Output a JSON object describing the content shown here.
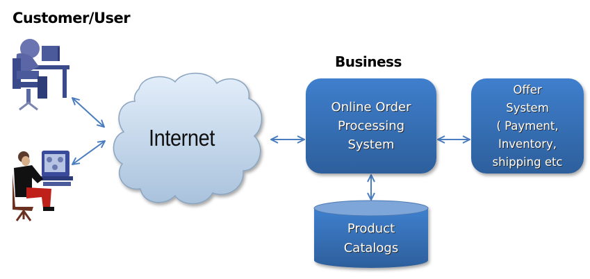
{
  "headings": {
    "customer": "Customer/User",
    "business": "Business"
  },
  "nodes": {
    "internet": {
      "label": "Internet",
      "shape": "cloud"
    },
    "order_system": {
      "lines": [
        "Online Order",
        "Processing",
        "System"
      ]
    },
    "offer_system": {
      "lines": [
        "Offer",
        "System",
        "( Payment,",
        "Inventory,",
        "shipping etc"
      ]
    },
    "product_catalogs": {
      "lines": [
        "Product",
        "Catalogs"
      ],
      "shape": "cylinder"
    },
    "user_1": {
      "icon": "person-at-desk-icon"
    },
    "user_2": {
      "icon": "person-at-computer-icon"
    }
  },
  "connections": [
    {
      "from": "user_1",
      "to": "internet",
      "type": "bidirectional"
    },
    {
      "from": "user_2",
      "to": "internet",
      "type": "bidirectional"
    },
    {
      "from": "internet",
      "to": "order_system",
      "type": "bidirectional"
    },
    {
      "from": "order_system",
      "to": "offer_system",
      "type": "bidirectional"
    },
    {
      "from": "order_system",
      "to": "product_catalogs",
      "type": "bidirectional"
    }
  ],
  "colors": {
    "box_top": "#3f7fcd",
    "box_bottom": "#2d5f9c",
    "arrow": "#4a7dbf",
    "cloud_fill": "#c9dcef",
    "cloud_stroke": "#8aa4bf",
    "user_icon": "#3a4a8a"
  }
}
